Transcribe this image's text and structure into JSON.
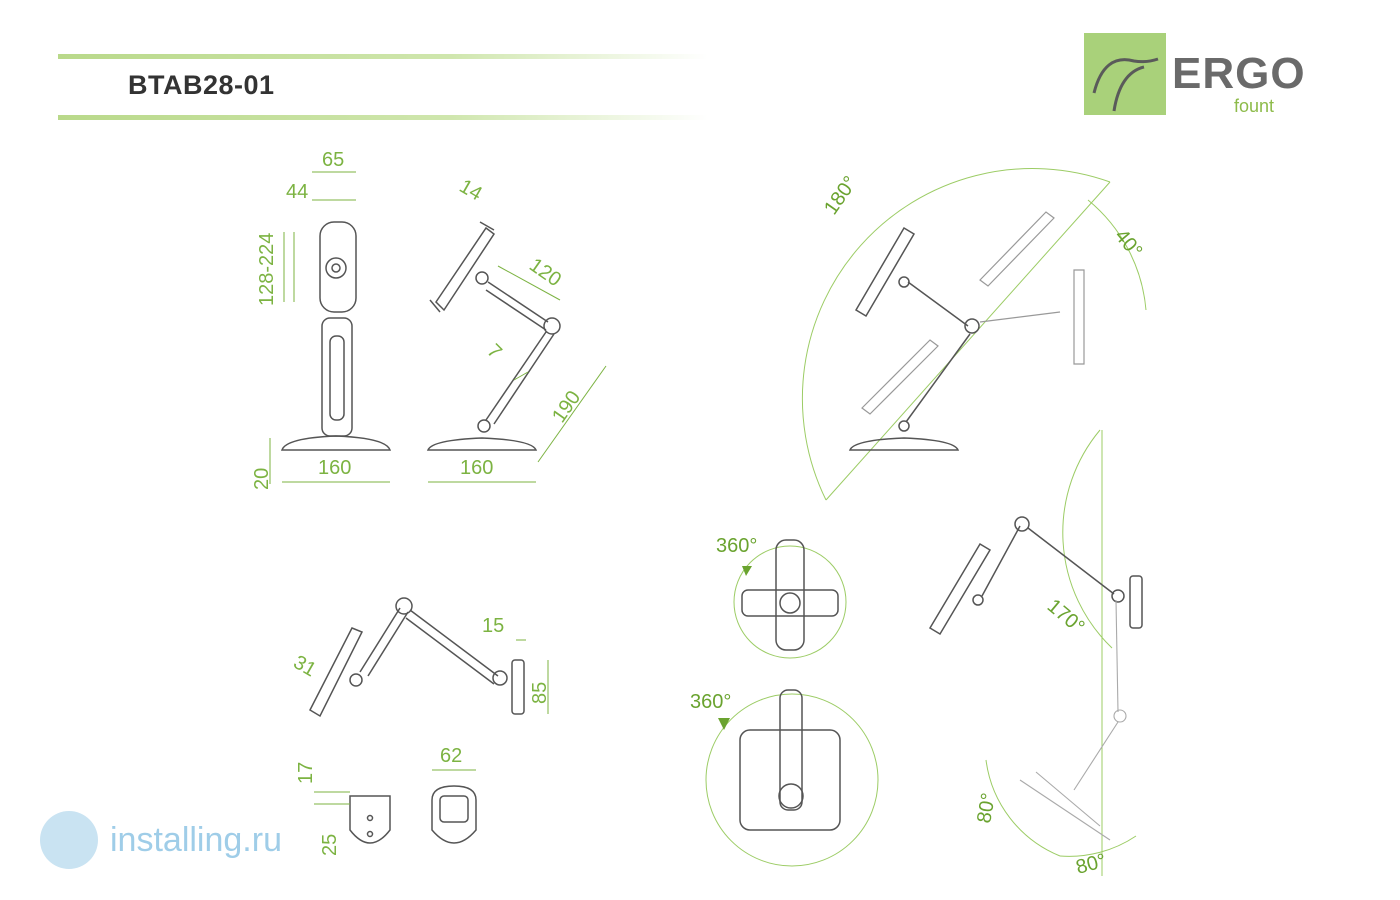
{
  "header": {
    "model": "BTAB28-01"
  },
  "logo": {
    "brand": "ERGO",
    "sub": "fount"
  },
  "dimensions": {
    "front_width_top": "65",
    "front_width_inner": "44",
    "tablet_range": "128-224",
    "base_height": "20",
    "base_width_front": "160",
    "clamp_depth": "14",
    "upper_arm": "120",
    "arm_thickness": "7",
    "lower_arm": "190",
    "base_width_side": "160",
    "wall_clamp": "31",
    "wall_offset": "15",
    "wall_plate_height": "85",
    "bracket_top": "17",
    "bracket_bottom": "25",
    "bracket_width": "62"
  },
  "angles": {
    "tilt_range": "180°",
    "tilt_extra": "40°",
    "rotate_clamp": "360°",
    "rotate_base": "360°",
    "wall_swing": "170°",
    "wall_a": "80°",
    "wall_b": "80°"
  },
  "watermark": {
    "text": "installing.ru"
  },
  "colors": {
    "accent": "#7cb342",
    "line": "#555555"
  }
}
